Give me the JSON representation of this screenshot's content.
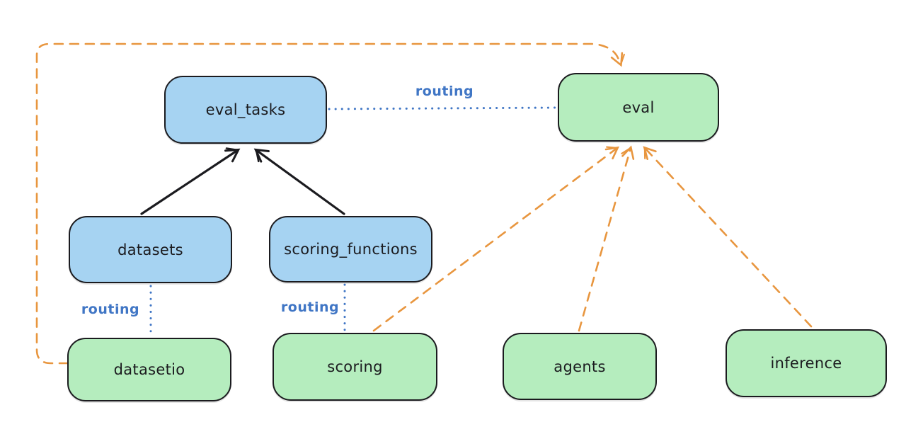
{
  "diagram": {
    "nodes": [
      {
        "id": "eval_tasks",
        "label": "eval_tasks",
        "kind": "api",
        "fill": "#a6d3f2"
      },
      {
        "id": "eval",
        "label": "eval",
        "kind": "provider",
        "fill": "#b5edbe"
      },
      {
        "id": "datasets",
        "label": "datasets",
        "kind": "api",
        "fill": "#a6d3f2"
      },
      {
        "id": "scoring_functions",
        "label": "scoring_functions",
        "kind": "api",
        "fill": "#a6d3f2"
      },
      {
        "id": "datasetio",
        "label": "datasetio",
        "kind": "provider",
        "fill": "#b5edbe"
      },
      {
        "id": "scoring",
        "label": "scoring",
        "kind": "provider",
        "fill": "#b5edbe"
      },
      {
        "id": "agents",
        "label": "agents",
        "kind": "provider",
        "fill": "#b5edbe"
      },
      {
        "id": "inference",
        "label": "inference",
        "kind": "provider",
        "fill": "#b5edbe"
      }
    ],
    "edge_labels": [
      {
        "id": "routing-eval_tasks-eval",
        "label": "routing"
      },
      {
        "id": "routing-datasets-datasetio",
        "label": "routing"
      },
      {
        "id": "routing-scoring_functions-scoring",
        "label": "routing"
      }
    ],
    "edges": [
      {
        "from": "datasets",
        "to": "eval_tasks",
        "style": "solid",
        "color": "#1b1b1f",
        "arrow": true
      },
      {
        "from": "scoring_functions",
        "to": "eval_tasks",
        "style": "solid",
        "color": "#1b1b1f",
        "arrow": true
      },
      {
        "from": "eval_tasks",
        "to": "eval",
        "style": "dotted",
        "color": "#4076c5",
        "arrow": false,
        "label": "routing"
      },
      {
        "from": "datasets",
        "to": "datasetio",
        "style": "dotted",
        "color": "#4076c5",
        "arrow": false,
        "label": "routing"
      },
      {
        "from": "scoring_functions",
        "to": "scoring",
        "style": "dotted",
        "color": "#4076c5",
        "arrow": false,
        "label": "routing"
      },
      {
        "from": "scoring",
        "to": "eval",
        "style": "dashed",
        "color": "#e8963f",
        "arrow": true
      },
      {
        "from": "agents",
        "to": "eval",
        "style": "dashed",
        "color": "#e8963f",
        "arrow": true
      },
      {
        "from": "inference",
        "to": "eval",
        "style": "dashed",
        "color": "#e8963f",
        "arrow": true
      },
      {
        "from": "datasetio",
        "to": "eval",
        "style": "dashed",
        "color": "#e8963f",
        "arrow": true,
        "route": "left-and-over-top"
      }
    ],
    "colors": {
      "background": "#ffffff",
      "api_fill_blue": "#a6d3f2",
      "provider_fill_green": "#b5edbe",
      "stroke_black": "#1b1b1f",
      "routing_blue": "#4076c5",
      "provider_orange": "#e8963f"
    }
  }
}
